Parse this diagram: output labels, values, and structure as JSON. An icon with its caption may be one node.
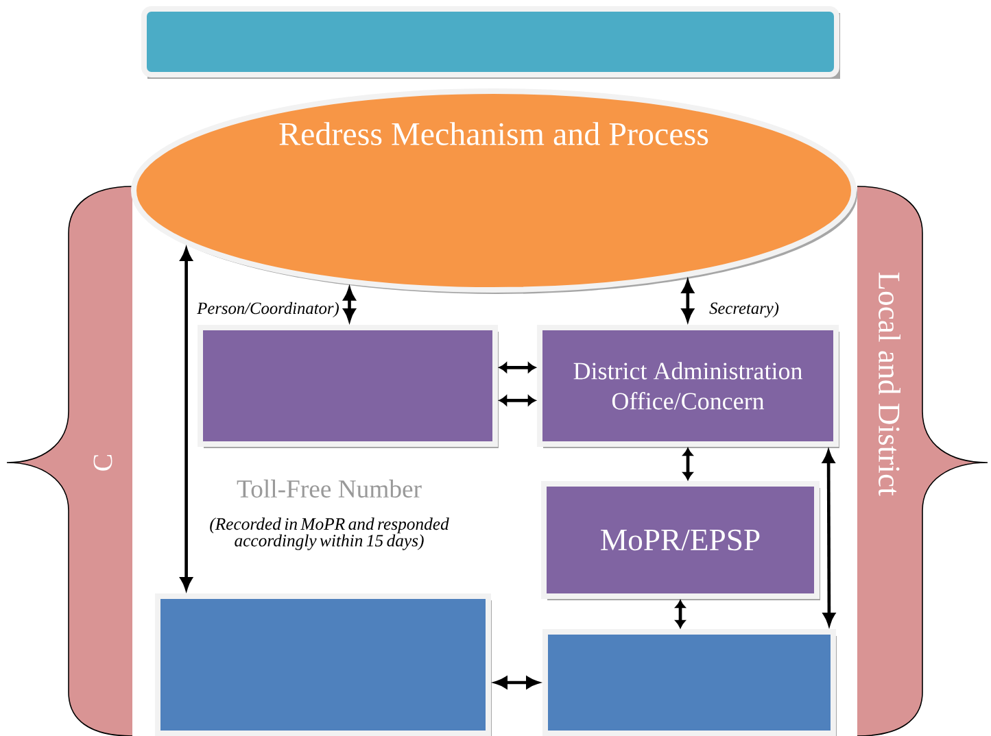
{
  "diagram": {
    "nodes": [
      {
        "text": [],
        "shape": "box"
      },
      {
        "text": [
          "Redress Mechanism and Process"
        ]
      },
      {
        "text": [],
        "shape": "box",
        "beside": [
          "Person/Coordinator)"
        ]
      },
      {
        "text": [
          "District Administration Office/Concern"
        ],
        "beside": [
          "Secretary)"
        ]
      },
      {
        "text": [
          "MoPR/EPSP"
        ]
      },
      {
        "text": [],
        "shape": "box"
      },
      {
        "text": [],
        "shape": "box"
      }
    ],
    "edges": [
      {
        "from": 1,
        "to": 2,
        "arrow": "both"
      },
      {
        "from": 1,
        "to": 3,
        "arrow": "both"
      },
      {
        "from": 2,
        "to": 3,
        "arrow": "both"
      },
      {
        "from": 2,
        "to": 3,
        "arrow": "both"
      },
      {
        "from": 1,
        "to": 5,
        "arrow": "both"
      },
      {
        "from": 3,
        "to": 4,
        "arrow": "both"
      },
      {
        "from": 4,
        "to": 6,
        "arrow": "both"
      },
      {
        "from": 5,
        "to": 6,
        "arrow": "both"
      },
      {
        "from": 3,
        "to": 6,
        "arrow": "both"
      }
    ],
    "labels": [
      "C",
      "Local and District",
      "Toll-Free Number",
      "(Recorded in MoPR and responded accordingly within 15 days)"
    ]
  }
}
